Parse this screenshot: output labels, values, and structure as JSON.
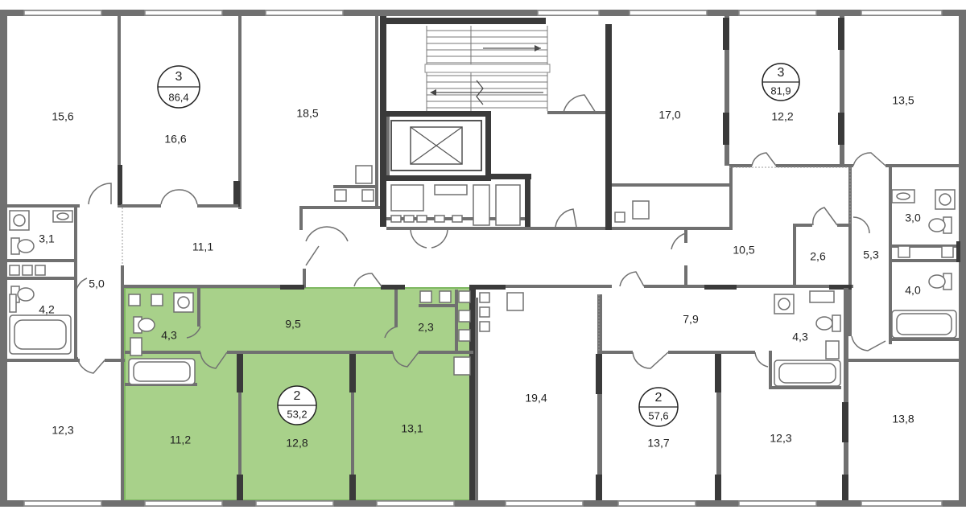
{
  "colors": {
    "highlight": "#a8d18a",
    "highlight_border": "#7fb862",
    "wall": "#707070",
    "wall_dark": "#3a3a3a"
  },
  "apartment_badges": [
    {
      "rooms": "3",
      "area": "86,4"
    },
    {
      "rooms": "3",
      "area": "81,9"
    },
    {
      "rooms": "2",
      "area": "53,2"
    },
    {
      "rooms": "2",
      "area": "57,6"
    }
  ],
  "room_labels": [
    "15,6",
    "16,6",
    "18,5",
    "17,0",
    "12,2",
    "13,5",
    "3,1",
    "5,0",
    "11,1",
    "4,2",
    "12,3",
    "4,3",
    "9,5",
    "2,3",
    "11,2",
    "12,8",
    "13,1",
    "19,4",
    "10,5",
    "2,6",
    "5,3",
    "3,0",
    "4,0",
    "7,9",
    "4,3",
    "13,7",
    "12,3",
    "13,8"
  ],
  "icons": {
    "stair": "stair-icon",
    "elevator": "elevator-icon",
    "bathtub": "bathtub-icon",
    "toilet": "toilet-icon",
    "sink": "sink-icon",
    "washer": "washer-icon"
  }
}
